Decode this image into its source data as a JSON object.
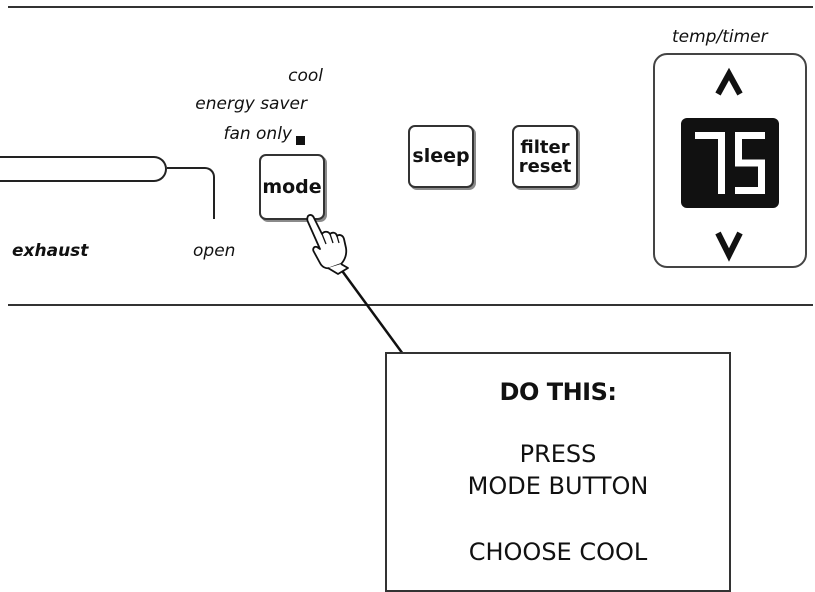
{
  "panel": {
    "slider": {
      "left_label": "exhaust",
      "right_label": "open"
    },
    "mode_options": [
      "cool",
      "energy saver",
      "fan only"
    ],
    "selected_mode_index": 2,
    "buttons": {
      "mode": "mode",
      "sleep": "sleep",
      "filter_reset_line1": "filter",
      "filter_reset_line2": "reset"
    },
    "temp_timer": {
      "label": "temp/timer",
      "up_icon": "chevron-up-icon",
      "down_icon": "chevron-down-icon",
      "display_value": "75"
    }
  },
  "pointer": {
    "icon": "pointing-hand-icon"
  },
  "instruction": {
    "heading": "DO THIS:",
    "line1": "PRESS",
    "line2": "MODE BUTTON",
    "line3": "CHOOSE COOL"
  },
  "colors": {
    "ink": "#111111",
    "display_background": "#111111",
    "display_digits": "#ffffff"
  }
}
